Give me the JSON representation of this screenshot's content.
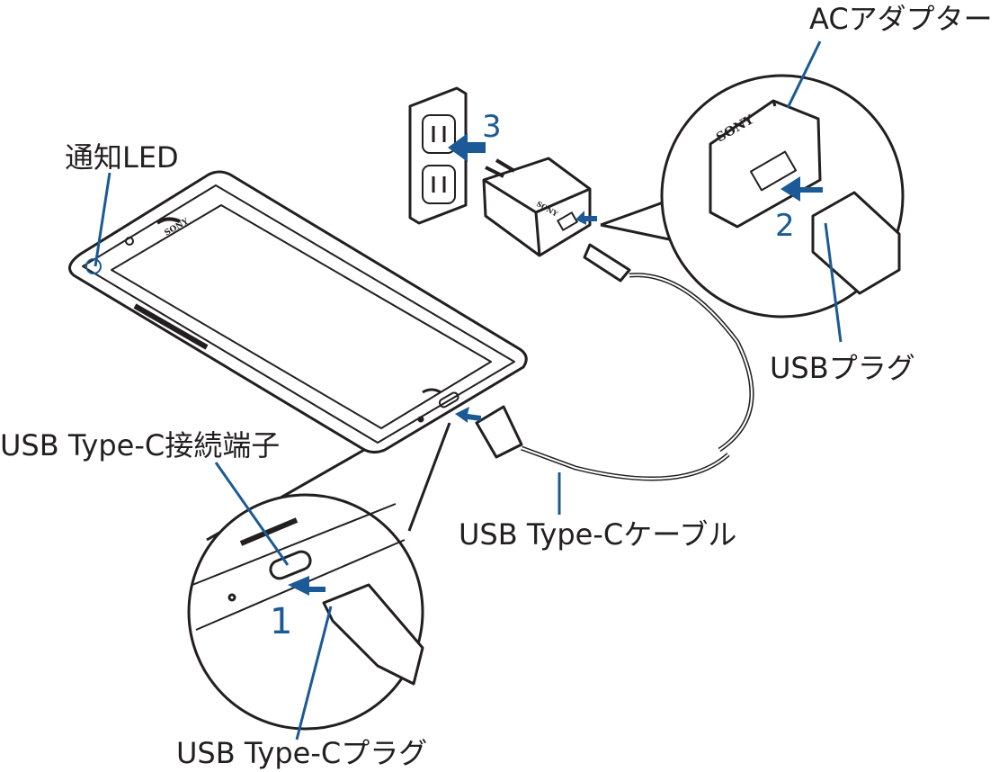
{
  "labels": {
    "ac_adapter": "ACアダプター",
    "notification_led": "通知LED",
    "usb_plug": "USBプラグ",
    "usb_typec_port": "USB Type-C接続端子",
    "usb_typec_cable": "USB Type-Cケーブル",
    "usb_typec_plug": "USB Type-Cプラグ"
  },
  "steps": {
    "one": "1",
    "two": "2",
    "three": "3"
  },
  "logos": {
    "brand": "SONY"
  },
  "colors": {
    "leader": "#1b5a96",
    "arrow": "#1b5a96",
    "line": "#231f20"
  }
}
